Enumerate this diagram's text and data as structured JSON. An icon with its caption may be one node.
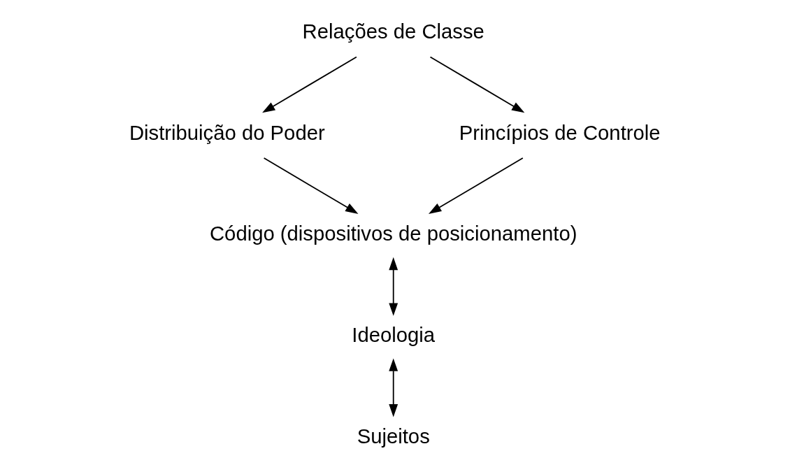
{
  "diagram": {
    "nodes": [
      {
        "text": [
          "Relações de Classe"
        ]
      },
      {
        "text": [
          "Distribuição do Poder"
        ]
      },
      {
        "text": [
          "Princípios de Controle"
        ]
      },
      {
        "text": [
          "Código (dispositivos de posicionamento)"
        ]
      },
      {
        "text": [
          "Ideologia"
        ]
      },
      {
        "text": [
          "Sujeitos"
        ]
      }
    ],
    "edges": [
      {
        "from": 0,
        "to": 1,
        "arrow": "to"
      },
      {
        "from": 0,
        "to": 2,
        "arrow": "to"
      },
      {
        "from": 1,
        "to": 3,
        "arrow": "to"
      },
      {
        "from": 2,
        "to": 3,
        "arrow": "to"
      },
      {
        "from": 3,
        "to": 4,
        "arrow": "both"
      },
      {
        "from": 4,
        "to": 5,
        "arrow": "both"
      }
    ]
  }
}
